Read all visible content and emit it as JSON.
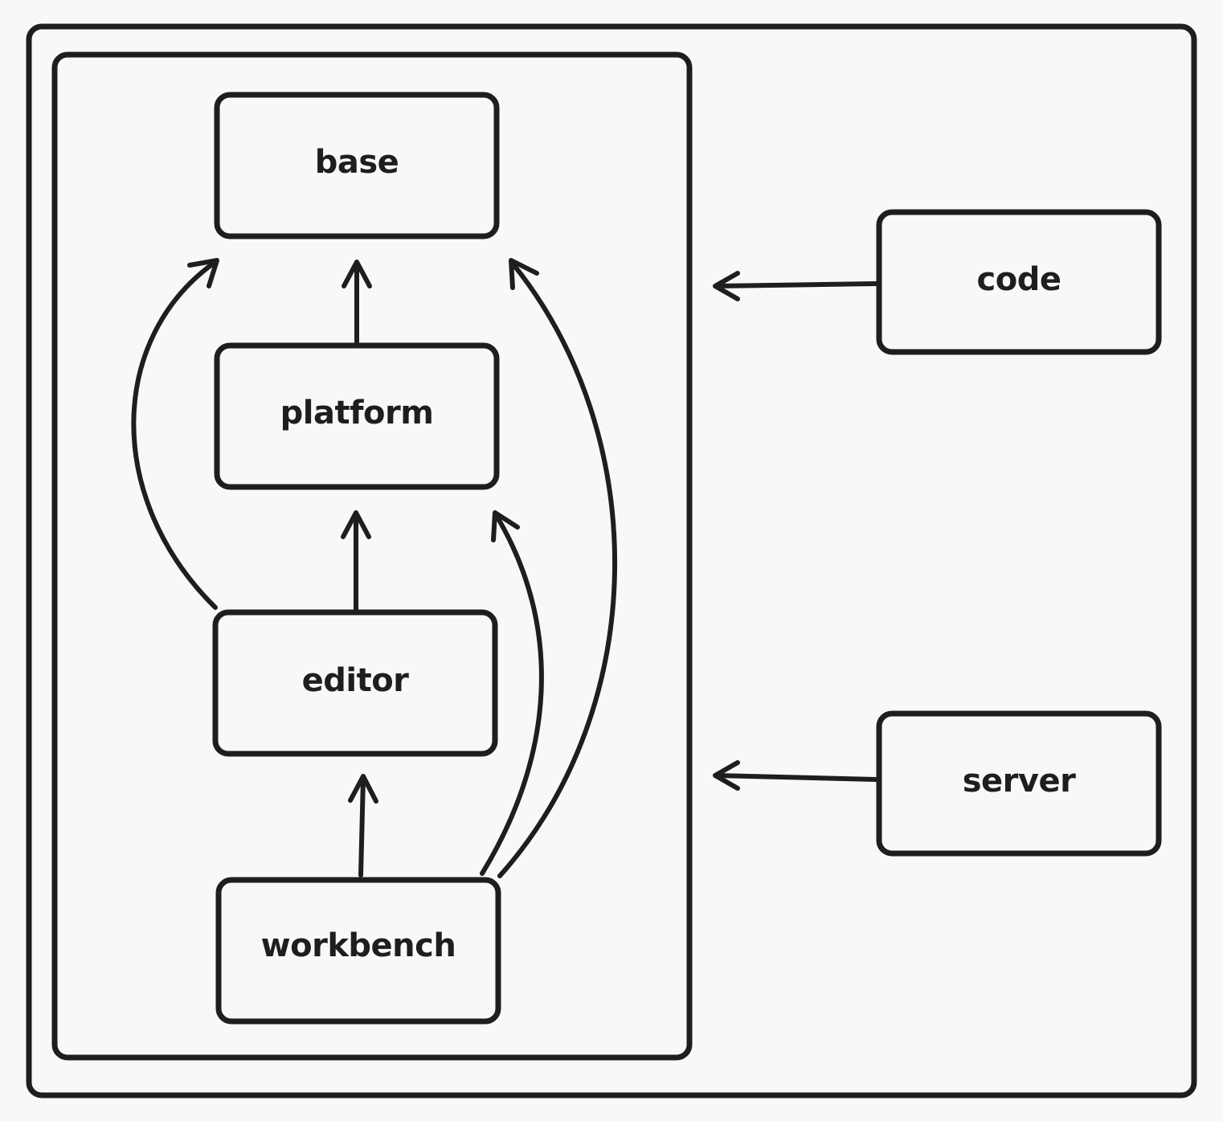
{
  "colors": {
    "background": "#f8f8f8",
    "stroke": "#1e1e1e"
  },
  "nodes": {
    "base": "base",
    "platform": "platform",
    "editor": "editor",
    "workbench": "workbench",
    "code": "code",
    "server": "server"
  },
  "edges": [
    {
      "from": "platform",
      "to": "base"
    },
    {
      "from": "editor",
      "to": "platform"
    },
    {
      "from": "editor",
      "to": "base"
    },
    {
      "from": "workbench",
      "to": "editor"
    },
    {
      "from": "workbench",
      "to": "platform"
    },
    {
      "from": "workbench",
      "to": "base"
    },
    {
      "from": "code",
      "to": "core-group"
    },
    {
      "from": "server",
      "to": "core-group"
    }
  ]
}
